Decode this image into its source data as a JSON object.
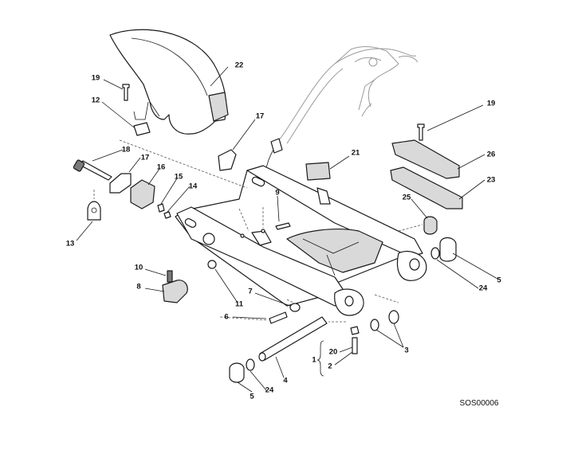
{
  "diagram_code": "SOS00006",
  "callouts": {
    "c22": "22",
    "c19a": "19",
    "c12": "12",
    "c17a": "17",
    "c18": "18",
    "c17b": "17",
    "c16": "16",
    "c15": "15",
    "c14": "14",
    "c13": "13",
    "c9": "9",
    "c21": "21",
    "c19b": "19",
    "c26": "26",
    "c23": "23",
    "c25": "25",
    "c5a": "5",
    "c24a": "24",
    "c10": "10",
    "c8": "8",
    "c11": "11",
    "c7": "7",
    "c6": "6",
    "c20": "20",
    "c1": "1",
    "c2": "2",
    "c3": "3",
    "c4": "4",
    "c24b": "24",
    "c5b": "5"
  }
}
